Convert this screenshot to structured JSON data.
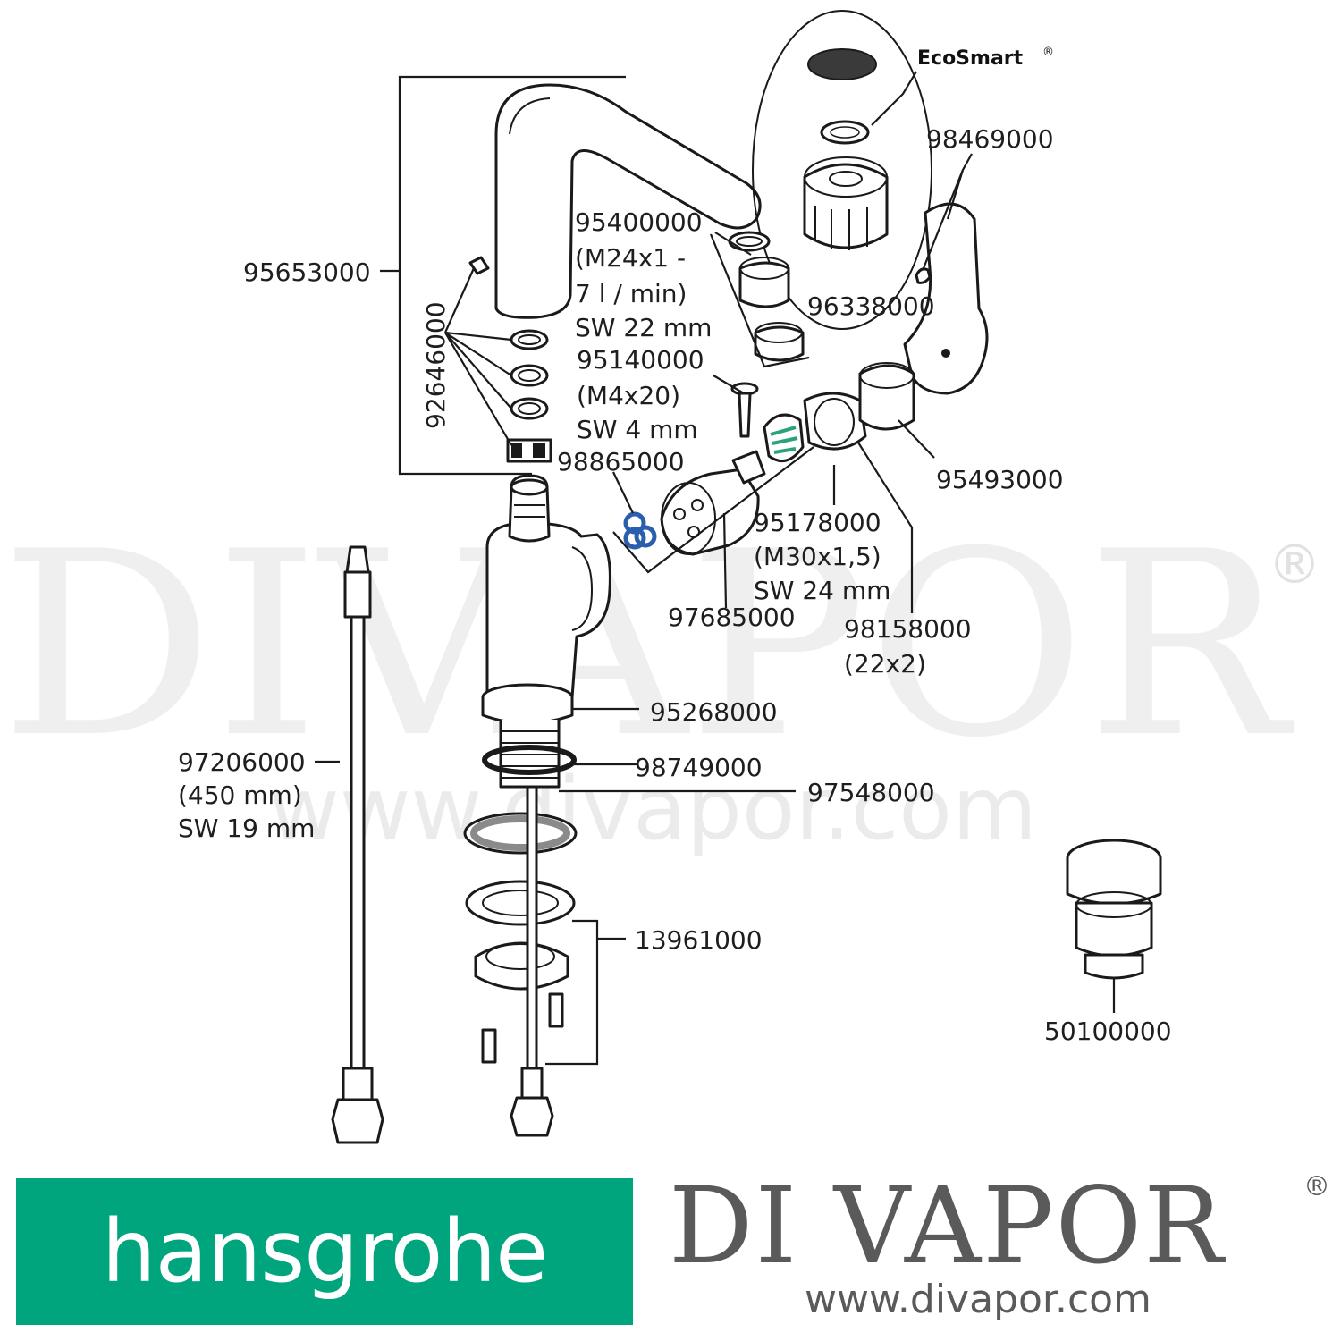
{
  "watermark": {
    "text": "DIVAPOR",
    "registered": "®",
    "url": "www.divapor.com"
  },
  "callouts": {
    "ecosmart": "EcoSmart",
    "ecosmart_reg": "®",
    "p98469000": "98469000",
    "p95400000": [
      "95400000",
      "(M24x1 -",
      "7 l / min)",
      "SW 22 mm"
    ],
    "p95653000": "95653000",
    "p92646000": "92646000",
    "p96338000": "96338000",
    "p95140000": [
      "95140000",
      "(M4x20)",
      "SW 4 mm"
    ],
    "p98865000": "98865000",
    "p95493000": "95493000",
    "p95178000": [
      "95178000",
      "(M30x1,5)",
      "SW 24 mm"
    ],
    "p97685000": "97685000",
    "p98158000": [
      "98158000",
      "(22x2)"
    ],
    "p95268000": "95268000",
    "p98749000": "98749000",
    "p97548000": "97548000",
    "p97206000": [
      "97206000",
      "(450 mm)",
      "SW 19 mm"
    ],
    "p13961000": "13961000",
    "p50100000": "50100000"
  },
  "footer": {
    "brand_logo": "hansgrohe",
    "brand_color": "#00a57e",
    "dealer_logo": "DI VAPOR",
    "dealer_reg": "®",
    "dealer_url": "www.divapor.com"
  }
}
